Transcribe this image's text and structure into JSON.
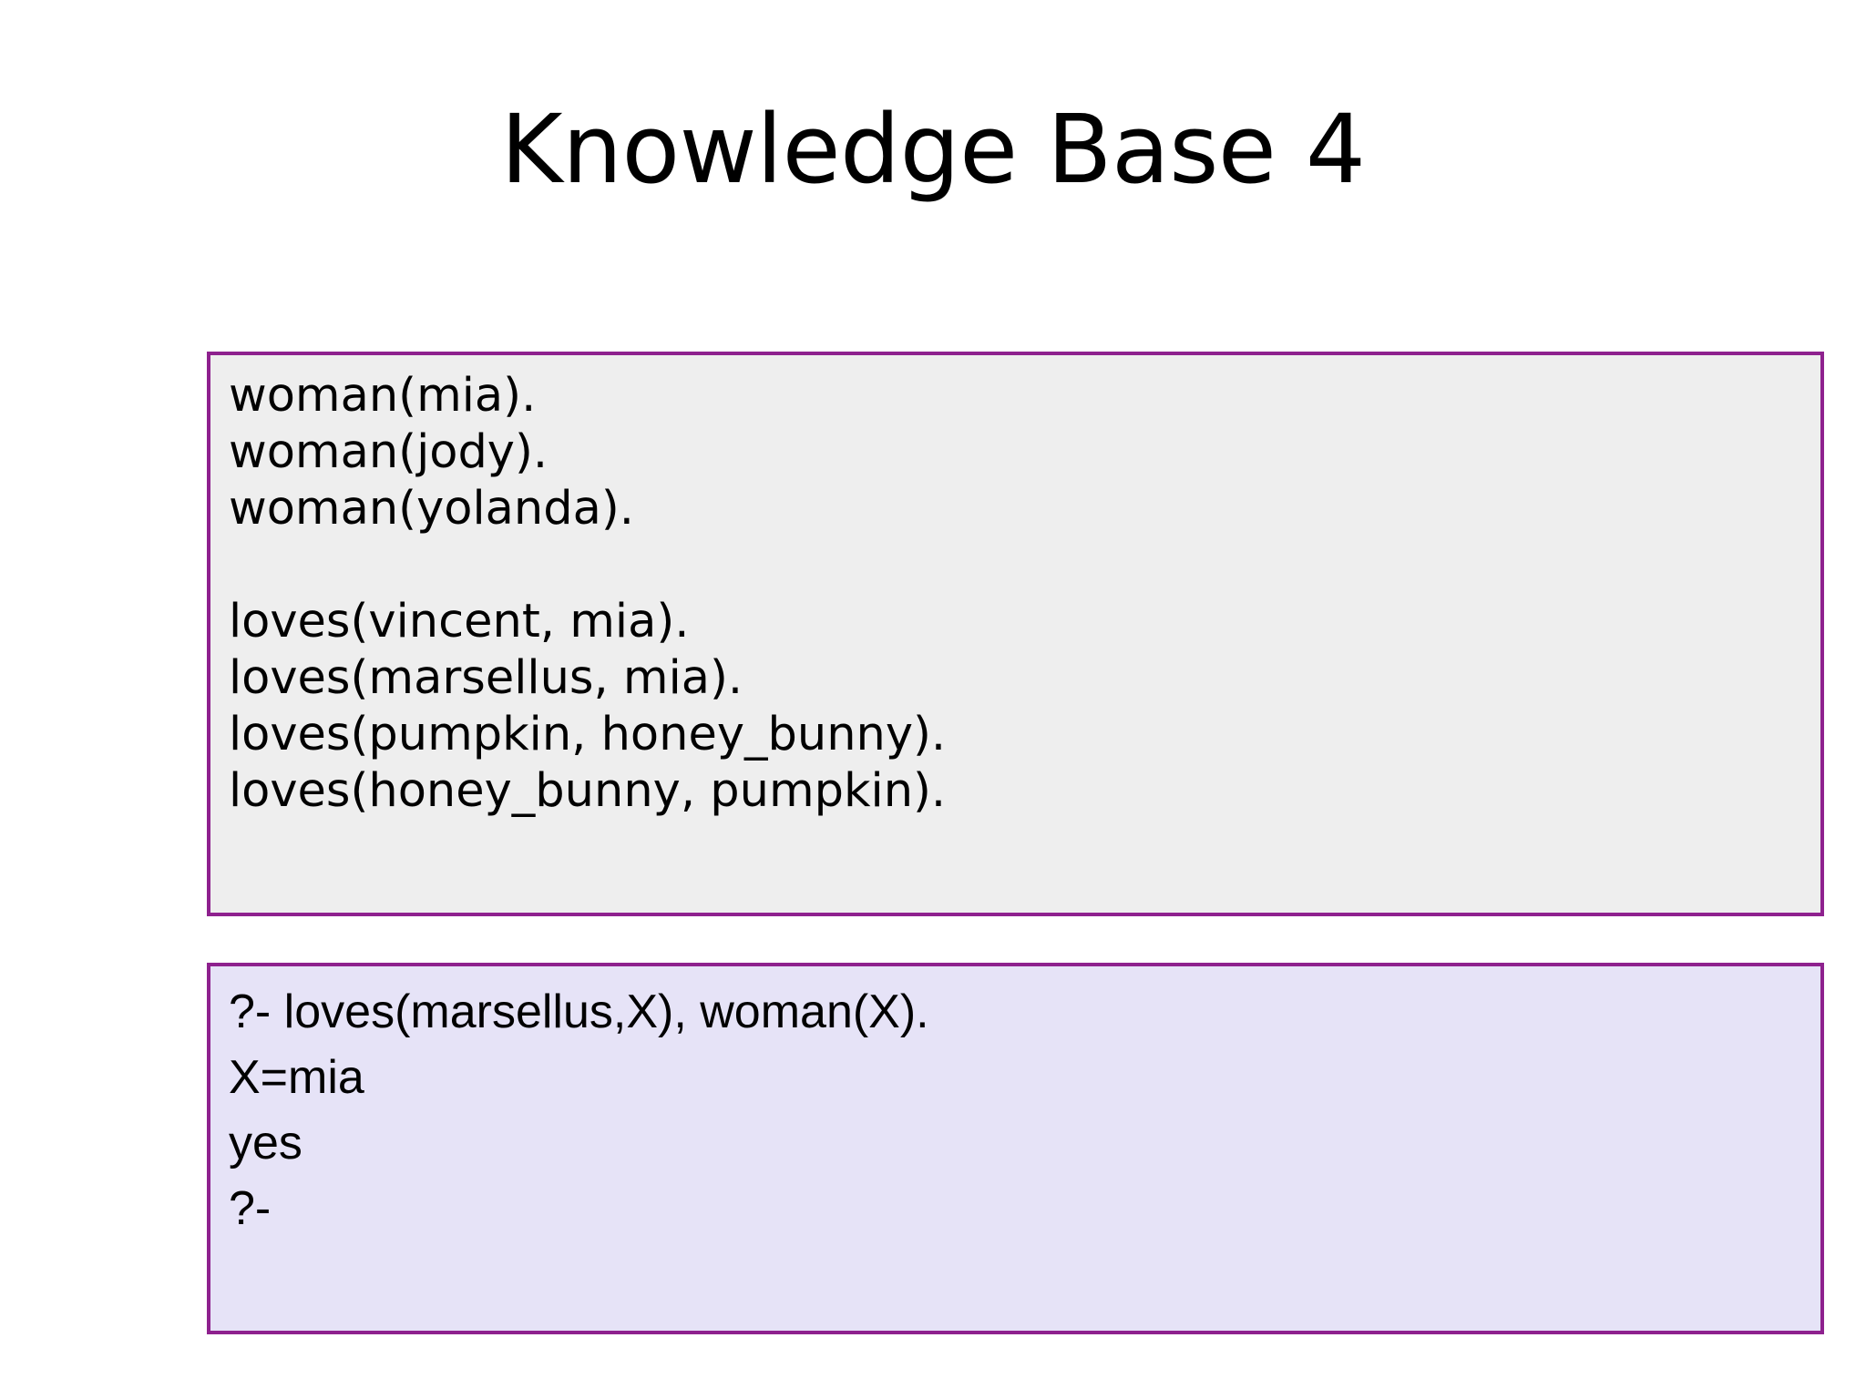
{
  "slide": {
    "title": "Knowledge Base 4",
    "background_color": "#ffffff"
  },
  "knowledge_base_box": {
    "name": "knowledge-base-facts",
    "background_color": "#eeeeee",
    "border_color": "#8E218E",
    "lines": [
      "woman(mia).",
      "woman(jody).",
      "woman(yolanda).",
      "",
      "loves(vincent, mia).",
      "loves(marsellus, mia).",
      "loves(pumpkin, honey_bunny).",
      "loves(honey_bunny, pumpkin)."
    ]
  },
  "query_box": {
    "name": "prolog-query-session",
    "background_color": "#E6E3F7",
    "border_color": "#8E218E",
    "lines": [
      "?- loves(marsellus,X), woman(X).",
      "X=mia",
      "yes",
      "?-"
    ]
  }
}
